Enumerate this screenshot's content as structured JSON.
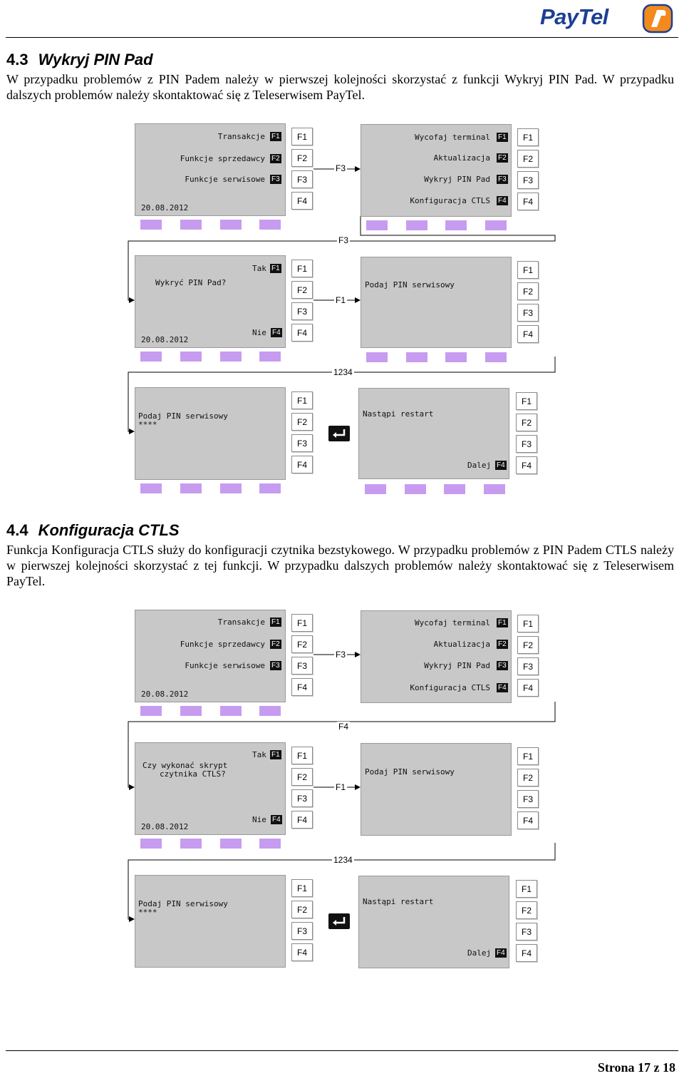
{
  "header": {
    "logo_text": "PayTel"
  },
  "section1": {
    "number": "4.3",
    "title": "Wykryj PIN Pad",
    "body": "W przypadku problemów z PIN Padem należy w pierwszej kolejności skorzystać z funkcji Wykryj PIN Pad. W przypadku dalszych problemów należy skontaktować się z Teleserwisem PayTel."
  },
  "section2": {
    "number": "4.4",
    "title": "Konfiguracja CTLS",
    "body": "Funkcja Konfiguracja CTLS służy do konfiguracji czytnika bezstykowego. W przypadku problemów z PIN Padem CTLS należy w pierwszej kolejności skorzystać z tej funkcji. W przypadku dalszych problemów należy skontaktować się z Teleserwisem PayTel."
  },
  "keys": {
    "f1": "F1",
    "f2": "F2",
    "f3": "F3",
    "f4": "F4"
  },
  "menu1": {
    "item1": "Transakcje",
    "item2": "Funkcje sprzedawcy",
    "item3": "Funkcje serwisowe",
    "date": "20.08.2012"
  },
  "menu2": {
    "item1": "Wycofaj terminal",
    "item2": "Aktualizacja",
    "item3": "Wykryj PIN Pad",
    "item4": "Konfiguracja CTLS"
  },
  "flow1": {
    "arrow_a": "F3",
    "arrow_b": "F3",
    "arrow_c": "F1",
    "arrow_d": "1234",
    "question": "Wykryć PIN Pad?",
    "yes": "Tak",
    "no": "Nie",
    "date": "20.08.2012",
    "pin_prompt": "Podaj PIN serwisowy",
    "pin_mask": "****",
    "restart": "Nastąpi restart",
    "next": "Dalej"
  },
  "flow2": {
    "arrow_a": "F3",
    "arrow_b": "F4",
    "arrow_c": "F1",
    "arrow_d": "1234",
    "question_line1": "Czy wykonać skrypt",
    "question_line2": "czytnika CTLS?",
    "yes": "Tak",
    "no": "Nie",
    "date": "20.08.2012",
    "pin_prompt": "Podaj PIN serwisowy",
    "pin_mask": "****",
    "restart": "Nastąpi restart",
    "next": "Dalej"
  },
  "footer": {
    "page": "Strona 17 z 18"
  }
}
